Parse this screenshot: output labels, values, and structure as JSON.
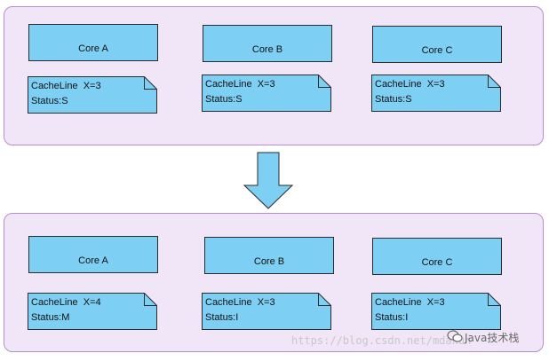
{
  "top": {
    "cores": [
      {
        "label": "Core A",
        "cacheline": "CacheLine  X=3",
        "status": "Status:S"
      },
      {
        "label": "Core B",
        "cacheline": "CacheLine  X=3",
        "status": "Status:S"
      },
      {
        "label": "Core C",
        "cacheline": "CacheLine  X=3",
        "status": "Status:S"
      }
    ]
  },
  "bottom": {
    "cores": [
      {
        "label": "Core A",
        "cacheline": "CacheLine  X=4",
        "status": "Status:M"
      },
      {
        "label": "Core B",
        "cacheline": "CacheLine  X=3",
        "status": "Status:I"
      },
      {
        "label": "Core C",
        "cacheline": "CacheLine  X=3",
        "status": "Status:I"
      }
    ]
  },
  "watermark": {
    "url": "https://blog.csdn.net/mdakun",
    "brand": "Java技术栈",
    "icon": "wechat-icon"
  },
  "colors": {
    "panel_fill": "#f1e6f8",
    "panel_border": "#b78ec9",
    "box_fill": "#7ecff4",
    "box_border": "#2b2b2b"
  }
}
